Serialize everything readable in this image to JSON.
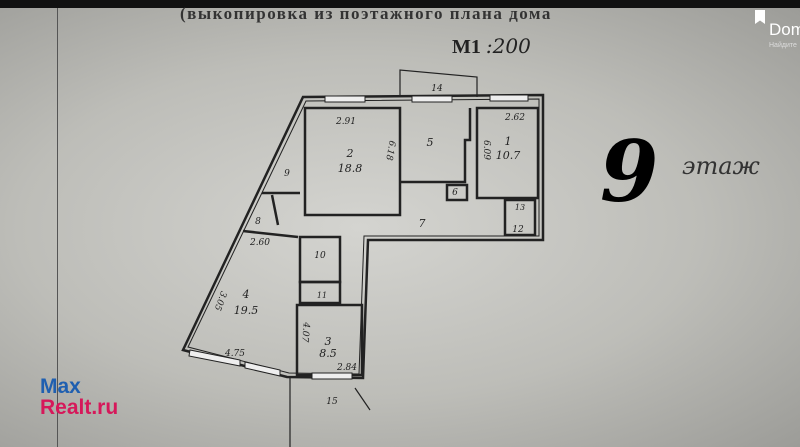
{
  "header": "(выкопировка из поэтажного плана дома",
  "scale": {
    "prefix": "М1",
    "value": ":200"
  },
  "floor_note": {
    "number": "9",
    "word": "этаж"
  },
  "rooms": [
    {
      "id": "1",
      "area": "10.7"
    },
    {
      "id": "2",
      "area": "18.8"
    },
    {
      "id": "3",
      "area": "8.5"
    },
    {
      "id": "4",
      "area": "19.5"
    },
    {
      "id": "5"
    },
    {
      "id": "6"
    },
    {
      "id": "7"
    },
    {
      "id": "8"
    },
    {
      "id": "9"
    },
    {
      "id": "10"
    },
    {
      "id": "11"
    },
    {
      "id": "12"
    },
    {
      "id": "13"
    },
    {
      "id": "14"
    },
    {
      "id": "15"
    }
  ],
  "dimensions": {
    "d1": "2.91",
    "d2": "2.62",
    "d3": "2.60",
    "d4": "4.75",
    "d5": "2.84",
    "d6": "6.18",
    "d7": "6.09",
    "d8": "3.05",
    "d9": "4.07"
  },
  "watermarks": {
    "maxrealt_line1": "Max",
    "maxrealt_line2": "Realt.ru",
    "dom_name": "Dom",
    "dom_sub": "Найдите"
  }
}
